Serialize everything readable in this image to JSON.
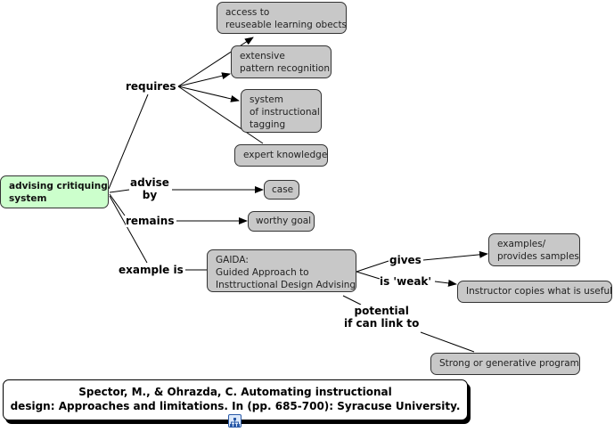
{
  "nodes": {
    "center": "advising critiquing\nsystem",
    "access": "access to\nreuseable learning obects",
    "extensive": "extensive\npattern recognition",
    "system": "system\nof instructional\ntagging",
    "expert": "expert knowledge",
    "case": "case",
    "worthy": "worthy goal",
    "gaida": "GAIDA:\nGuided Approach to\nInsttructional Design Advising",
    "examples": "examples/\nprovides samples",
    "instructor": "Instructor copies what is useful",
    "strong": "Strong or generative program"
  },
  "links": {
    "requires": "requires",
    "advise_by": "advise\nby",
    "remains": "remains",
    "example_is": "example is",
    "gives": "gives",
    "is_weak": "is 'weak'",
    "potential": "potential\nif can link to"
  },
  "citation": "Spector, M., & Ohrazda, C. Automating instructional\ndesign: Approaches and limitations. In (pp. 685-700): Syracuse University.",
  "icons": {
    "resource": "concept-map-resource-icon"
  }
}
